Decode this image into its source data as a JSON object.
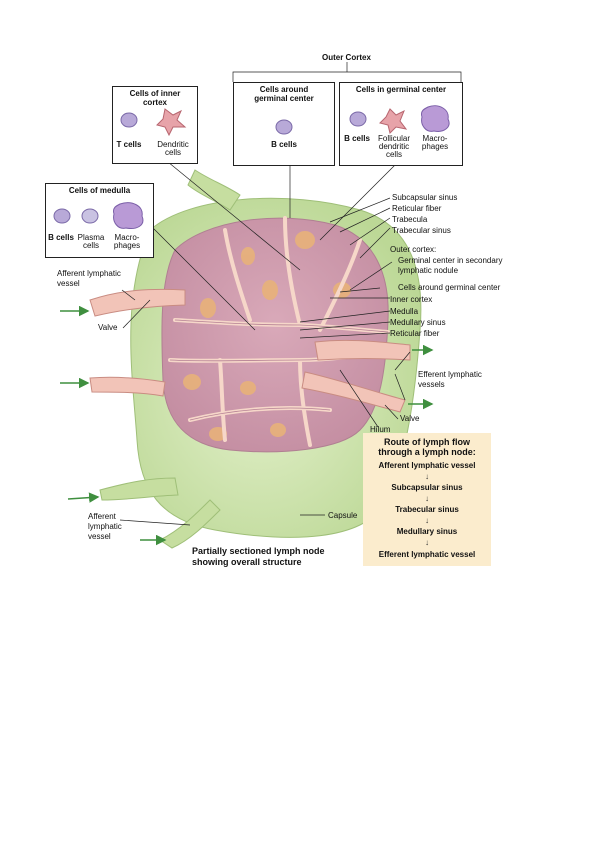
{
  "outer_cortex": "Outer Cortex",
  "boxes": {
    "inner_cortex": {
      "title": "Cells of inner cortex",
      "cells": [
        "T cells",
        "Dendritic cells"
      ]
    },
    "around_germinal": {
      "title": "Cells around germinal center",
      "cells": [
        "B cells"
      ]
    },
    "in_germinal": {
      "title": "Cells in germinal center",
      "cells": [
        "B cells",
        "Follicular dendritic cells",
        "Macro- phages"
      ]
    },
    "medulla": {
      "title": "Cells of medulla",
      "cells": [
        "B cells",
        "Plasma cells",
        "Macro- phages"
      ]
    }
  },
  "labels": {
    "subcapsular_sinus": "Subcapsular sinus",
    "reticular_fiber_1": "Reticular fiber",
    "trabecula": "Trabecula",
    "trabecular_sinus": "Trabecular sinus",
    "outer_cortex_colon": "Outer cortex:",
    "germinal_center": "Germinal center in secondary",
    "germinal_center_2": "lymphatic nodule",
    "cells_around_germinal": "Cells around germinal center",
    "inner_cortex": "Inner cortex",
    "medulla": "Medulla",
    "medullary_sinus": "Medullary sinus",
    "reticular_fiber_2": "Reticular fiber",
    "efferent_1": "Efferent lymphatic",
    "efferent_2": "vessels",
    "valve_right": "Valve",
    "hilum": "Hilum",
    "afferent_top_1": "Afferent lymphatic",
    "afferent_top_2": "vessel",
    "valve_left": "Valve",
    "afferent_bottom_1": "Afferent",
    "afferent_bottom_2": "lymphatic",
    "afferent_bottom_3": "vessel",
    "capsule": "Capsule",
    "caption_1": "Partially sectioned lymph node",
    "caption_2": "showing overall structure"
  },
  "route": {
    "title_1": "Route of lymph flow",
    "title_2": "through a lymph node:",
    "steps": [
      "Afferent lymphatic vessel",
      "Subcapsular sinus",
      "Trabecular sinus",
      "Medullary sinus",
      "Efferent lymphatic vessel"
    ],
    "arrow": "↓"
  },
  "colors": {
    "capsule_green": "#d5e8b4",
    "cortex_pink": "#e2b9c6",
    "nodule_tan": "#e8b27a",
    "vessel_pink": "#f2c4b8",
    "route_bg": "#fbeccd",
    "arrow_green": "#3f8f3f"
  }
}
